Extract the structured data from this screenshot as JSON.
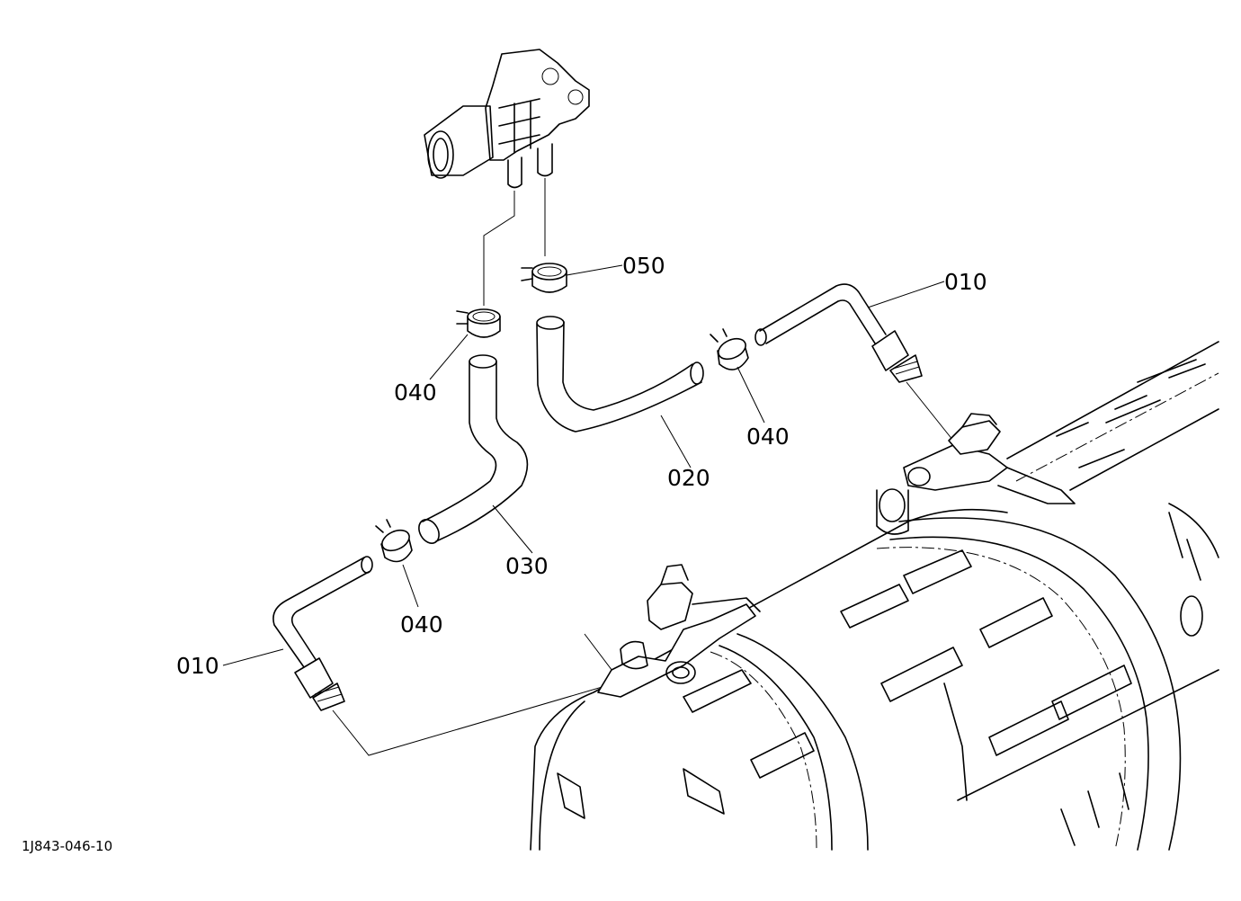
{
  "drawing_code": "1J843-046-10",
  "callouts": {
    "sensor_clamp": "050",
    "pipe_right": "010",
    "clamp_upper_left": "040",
    "clamp_middle": "040",
    "hose_long": "020",
    "hose_short": "030",
    "clamp_lower": "040",
    "pipe_left": "010"
  },
  "colors": {
    "line": "#000000",
    "background": "#ffffff"
  }
}
